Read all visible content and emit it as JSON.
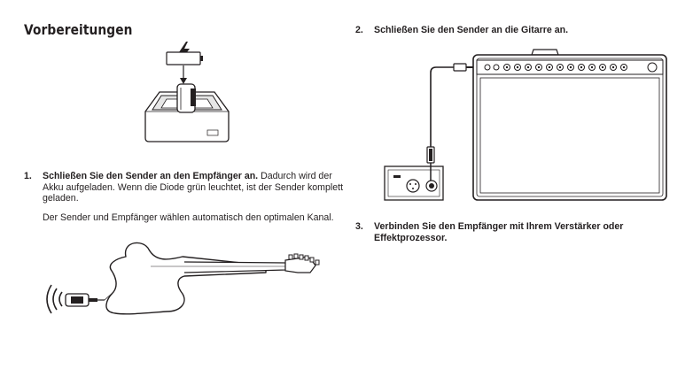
{
  "section": {
    "title": "Vorbereitungen"
  },
  "steps": [
    {
      "number": "1.",
      "bold": "Schließen Sie den Sender an den Empfänger an.",
      "text": " Dadurch wird der Akku aufgeladen. Wenn die Diode grün leuchtet, ist der Sender komplett geladen."
    },
    {
      "number": "2.",
      "bold": "Schließen Sie den Sender an die Gitarre an.",
      "text": ""
    },
    {
      "number": "3.",
      "bold": "Verbinden Sie den Empfänger mit Ihrem Verstärker oder Effektprozessor.",
      "text": ""
    }
  ],
  "note": "Der Sender und Empfänger wählen automatisch den optimalen Kanal.",
  "icons": {
    "power": "lightning-bolt-icon",
    "battery": "battery-icon",
    "wireless": "wireless-signal-icon"
  },
  "colors": {
    "text": "#231f20",
    "line": "#231f20",
    "screen": "#d9d9d9"
  }
}
